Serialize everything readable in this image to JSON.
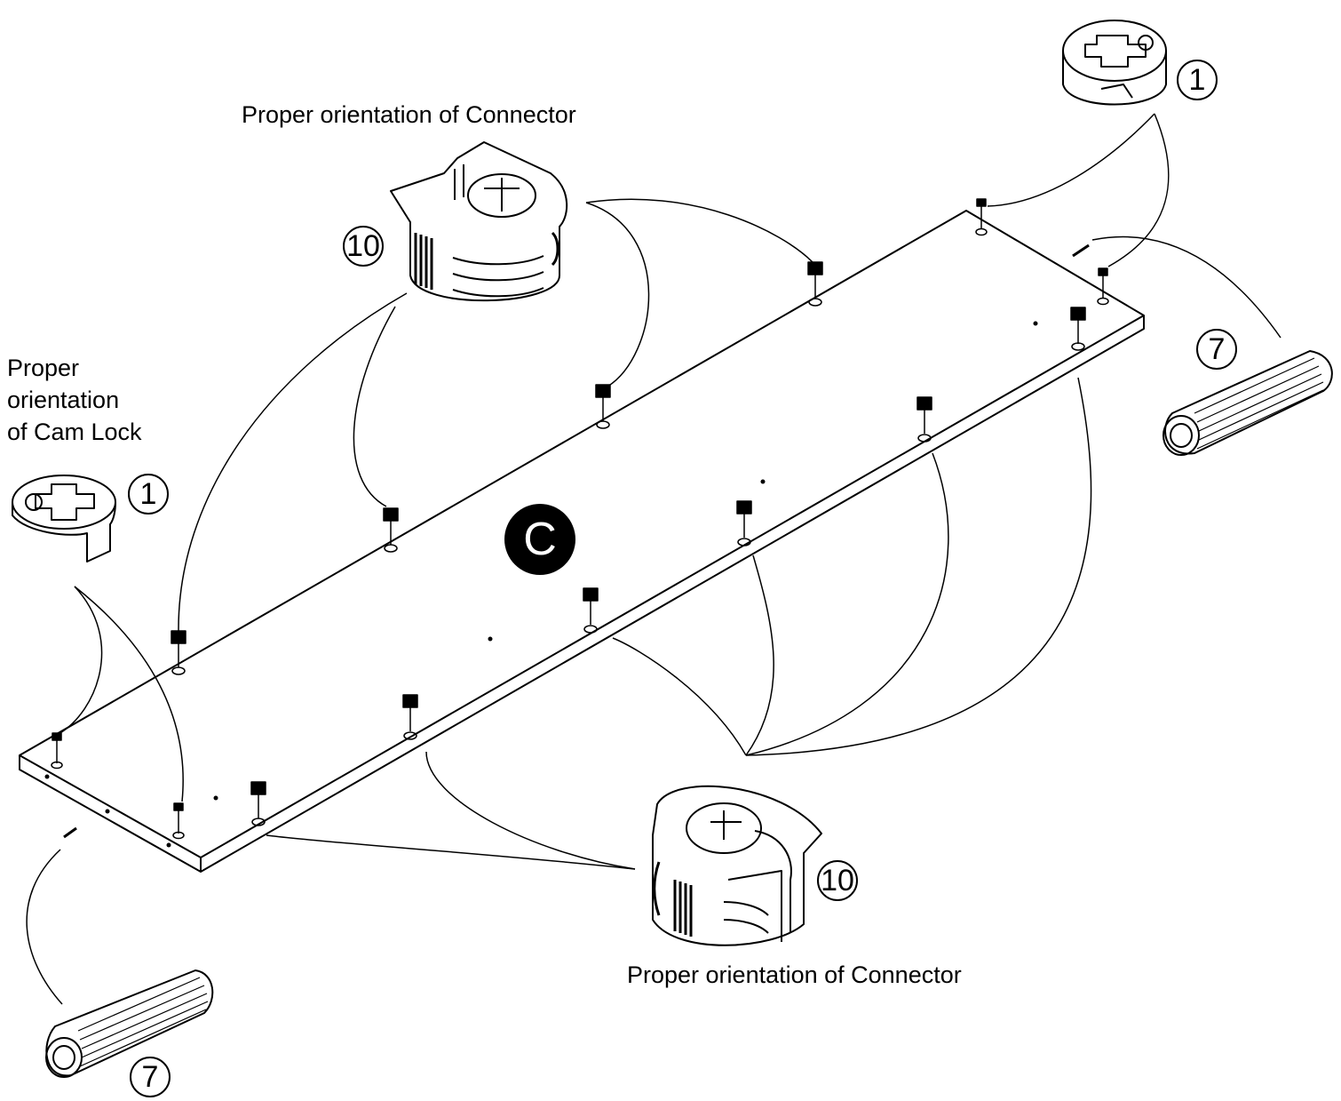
{
  "labels": {
    "connector_top": "Proper orientation of Connector",
    "connector_bottom": "Proper orientation of Connector",
    "camlock_line1": "Proper",
    "camlock_line2": "orientation",
    "camlock_line3": "of Cam Lock"
  },
  "callouts": {
    "camlock_top_right": "1",
    "camlock_left": "1",
    "connector_top": "10",
    "connector_bottom": "10",
    "dowel_right": "7",
    "dowel_bottom_left": "7"
  },
  "panel": {
    "letter": "C"
  }
}
